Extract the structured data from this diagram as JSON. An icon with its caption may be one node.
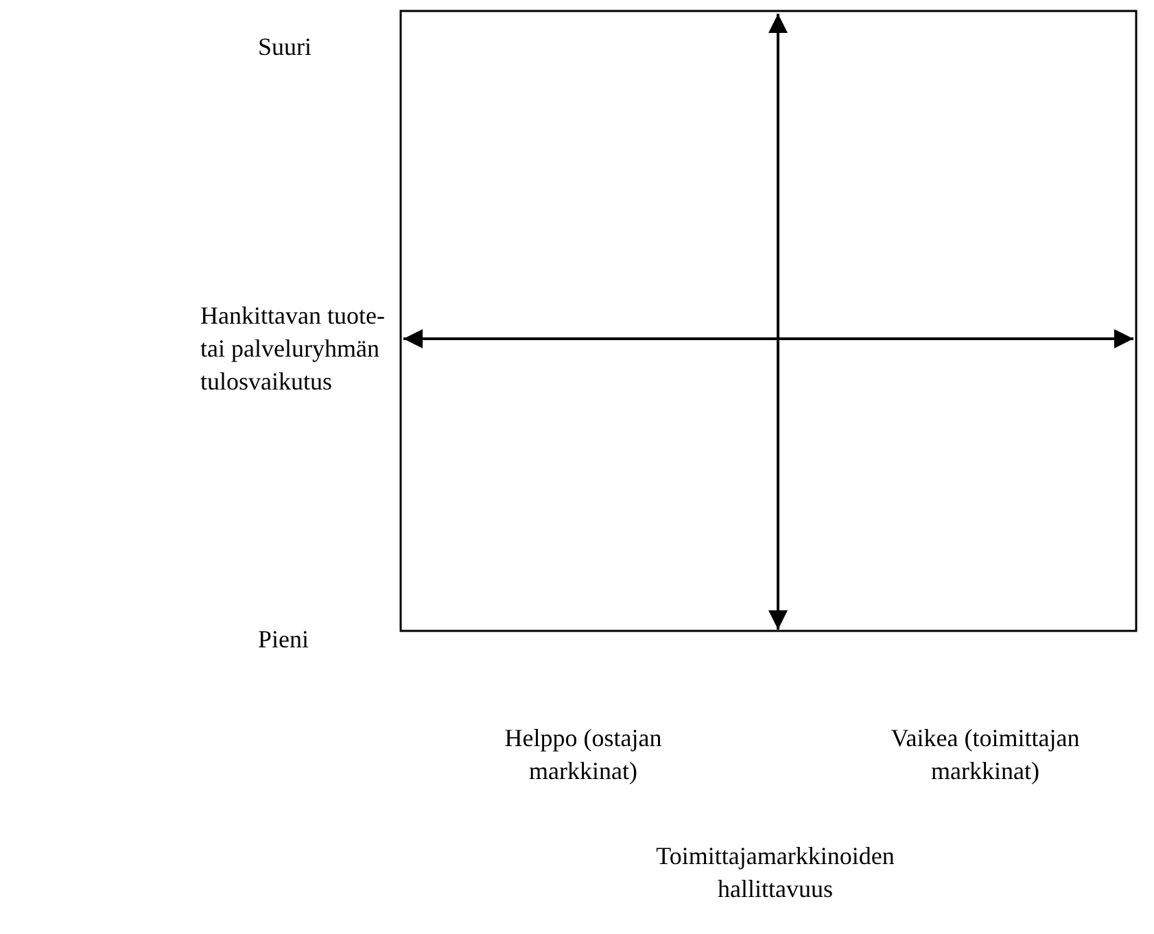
{
  "diagram": {
    "labels": [
      "Suuri",
      "Hankittavan tuote- tai palveluryhmän tulosvaikutus",
      "Pieni",
      "Helppo (ostajan markkinat)",
      "Vaikea (toimittajan markkinat)",
      "Toimittajamarkkinoiden hallittavuus"
    ]
  }
}
